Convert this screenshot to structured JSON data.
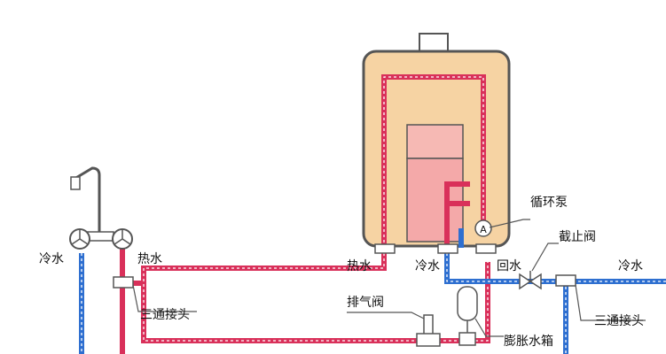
{
  "labels": {
    "cold_water_left": "冷水",
    "hot_water_faucet": "热水",
    "tee_left": "三通接头",
    "hot_water_outlet": "热水",
    "cold_water_inlet": "冷水",
    "circulation_pump": "循环泵",
    "pump_symbol": "A",
    "stop_valve": "截止阀",
    "return_water": "回水",
    "cold_water_right": "冷水",
    "tee_right": "三通接头",
    "air_vent_valve": "排气阀",
    "expansion_tank": "膨胀水箱"
  },
  "colors": {
    "hot_pipe": "#d9305a",
    "cold_pipe": "#2e6fd0",
    "heater_body": "#f6d3a3",
    "heater_outline": "#555555",
    "heat_exchanger": "#f4a9a9"
  },
  "icons": [
    "faucet-icon",
    "valve-icon",
    "pump-icon",
    "tank-icon"
  ]
}
